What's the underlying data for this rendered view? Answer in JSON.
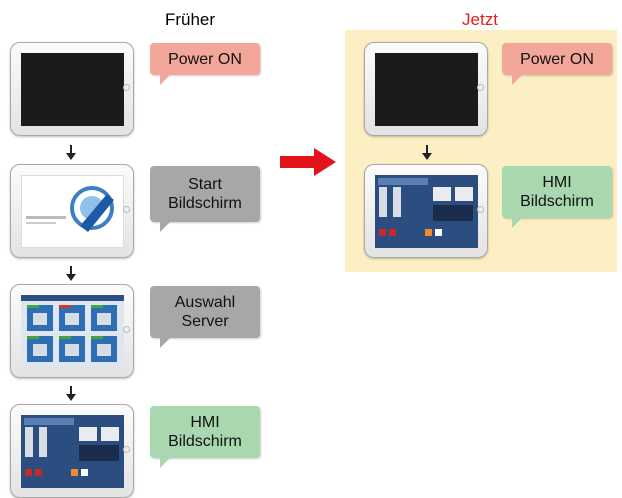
{
  "columns": {
    "before_title": "Früher",
    "now_title": "Jetzt"
  },
  "colors": {
    "now_title": "#e0201a",
    "now_panel": "#fdefc4",
    "bubble_red": "#f3a79a",
    "bubble_gray": "#a6a7a9",
    "bubble_green": "#a9d8b0",
    "arrow_red": "#e2141a"
  },
  "before_steps": [
    {
      "screen": "black",
      "label_line1": "Power ON",
      "label_line2": ""
    },
    {
      "screen": "start",
      "label_line1": "Start",
      "label_line2": "Bildschirm"
    },
    {
      "screen": "server-select",
      "label_line1": "Auswahl",
      "label_line2": "Server"
    },
    {
      "screen": "hmi",
      "label_line1": "HMI",
      "label_line2": "Bildschirm"
    }
  ],
  "now_steps": [
    {
      "screen": "black",
      "label_line1": "Power ON",
      "label_line2": ""
    },
    {
      "screen": "hmi",
      "label_line1": "HMI",
      "label_line2": "Bildschirm"
    }
  ],
  "icons": [
    "tablet-icon",
    "speech-bubble-icon",
    "arrow-down-icon",
    "arrow-right-icon",
    "logo-icon"
  ]
}
